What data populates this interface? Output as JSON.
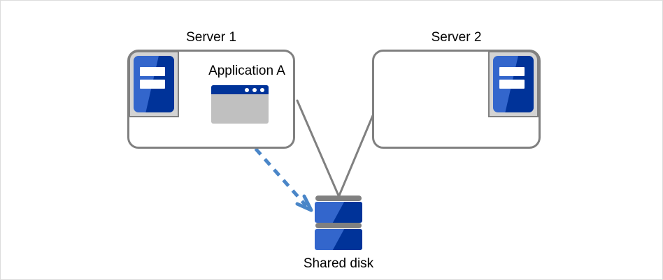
{
  "diagram": {
    "title": "Shared disk cluster with Application A running on Server 1",
    "background_color": "#ffffff",
    "border_color": "#dcdcdc"
  },
  "colors": {
    "box_border": "#808080",
    "connector_line": "#808080",
    "icon_light_blue": "#3366cc",
    "icon_dark_blue": "#003399",
    "icon_backplate": "#d3d3d3",
    "window_body": "#c0c0c0",
    "arrow_blue": "#4a86c8",
    "text": "#000000"
  },
  "nodes": {
    "server1": {
      "label": "Server 1",
      "icon": "server-icon",
      "icon_position": "top-left"
    },
    "server2": {
      "label": "Server 2",
      "icon": "server-icon",
      "icon_position": "top-right"
    },
    "application": {
      "label": "Application  A",
      "icon": "application-window-icon",
      "window_dots": 3,
      "hosted_on": "Server 1"
    },
    "shared_disk": {
      "label": "Shared disk",
      "icon": "disk-stack-icon",
      "platters": 2
    }
  },
  "connections": [
    {
      "name": "server1-to-disk",
      "from": "Server 1",
      "to": "Shared disk",
      "style": "solid",
      "color": "#808080",
      "arrow": false
    },
    {
      "name": "server2-to-disk",
      "from": "Server 2",
      "to": "Shared disk",
      "style": "solid",
      "color": "#808080",
      "arrow": false
    },
    {
      "name": "application-access-to-disk",
      "from": "Application  A",
      "to": "Shared disk",
      "style": "dashed",
      "color": "#4a86c8",
      "arrow": true
    }
  ]
}
